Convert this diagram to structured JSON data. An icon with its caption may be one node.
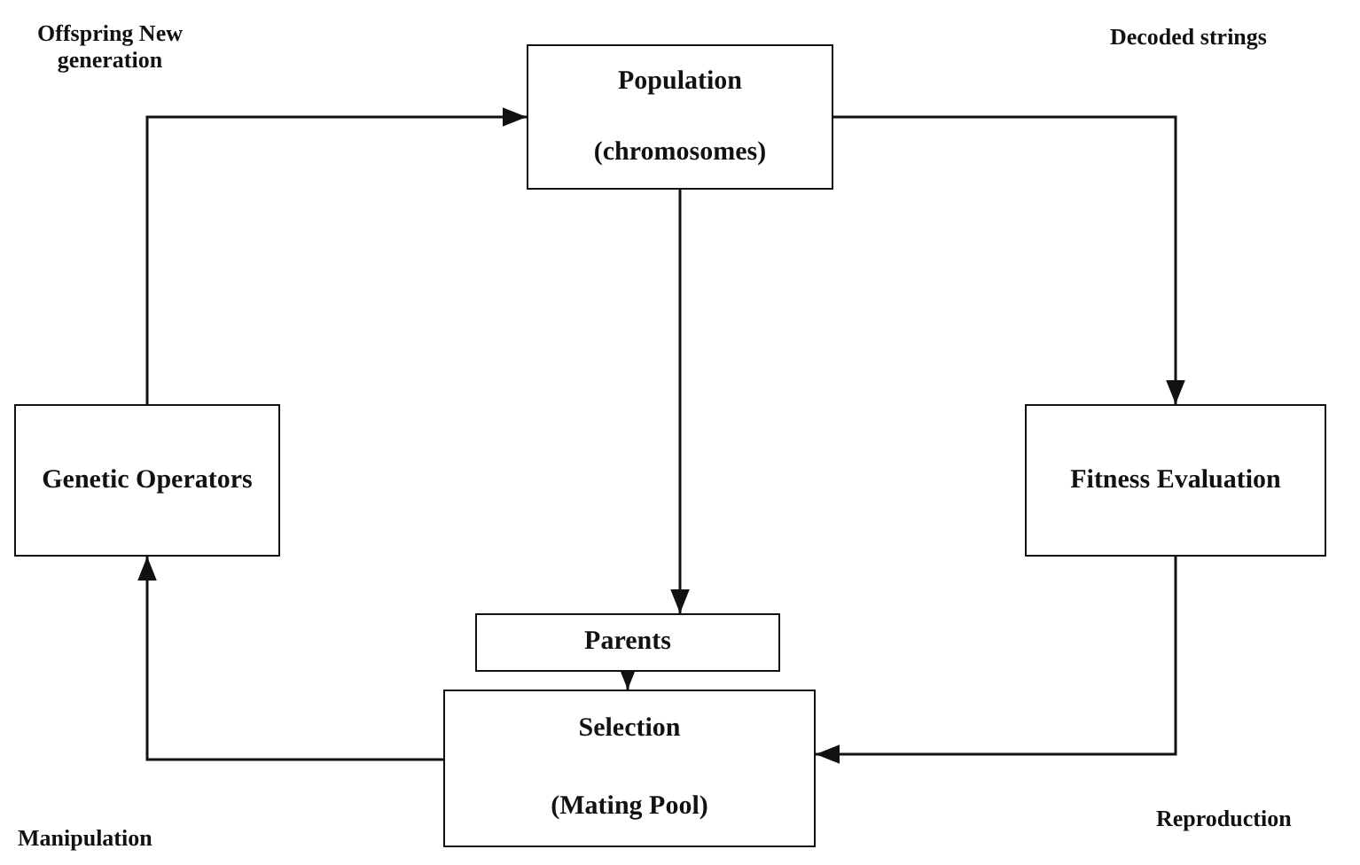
{
  "diagram": {
    "nodes": [
      {
        "text": [
          "Population",
          "(chromosomes)"
        ]
      },
      {
        "text": [
          "Genetic Operators"
        ]
      },
      {
        "text": [
          "Fitness Evaluation"
        ]
      },
      {
        "text": [
          "Parents"
        ]
      },
      {
        "text": [
          "Selection",
          "(Mating Pool)"
        ]
      }
    ],
    "edges": [
      {
        "from": 1,
        "to": 0,
        "arrow": "to",
        "label": "Offspring New generation"
      },
      {
        "from": 0,
        "to": 2,
        "arrow": "to",
        "label": "Decoded strings"
      },
      {
        "from": 0,
        "to": 3,
        "arrow": "to"
      },
      {
        "from": 3,
        "to": 4,
        "arrow": "to"
      },
      {
        "from": 2,
        "to": 4,
        "arrow": "to",
        "label": "Reproduction"
      },
      {
        "from": 4,
        "to": 1,
        "arrow": "to",
        "label": "Manipulation"
      }
    ]
  }
}
